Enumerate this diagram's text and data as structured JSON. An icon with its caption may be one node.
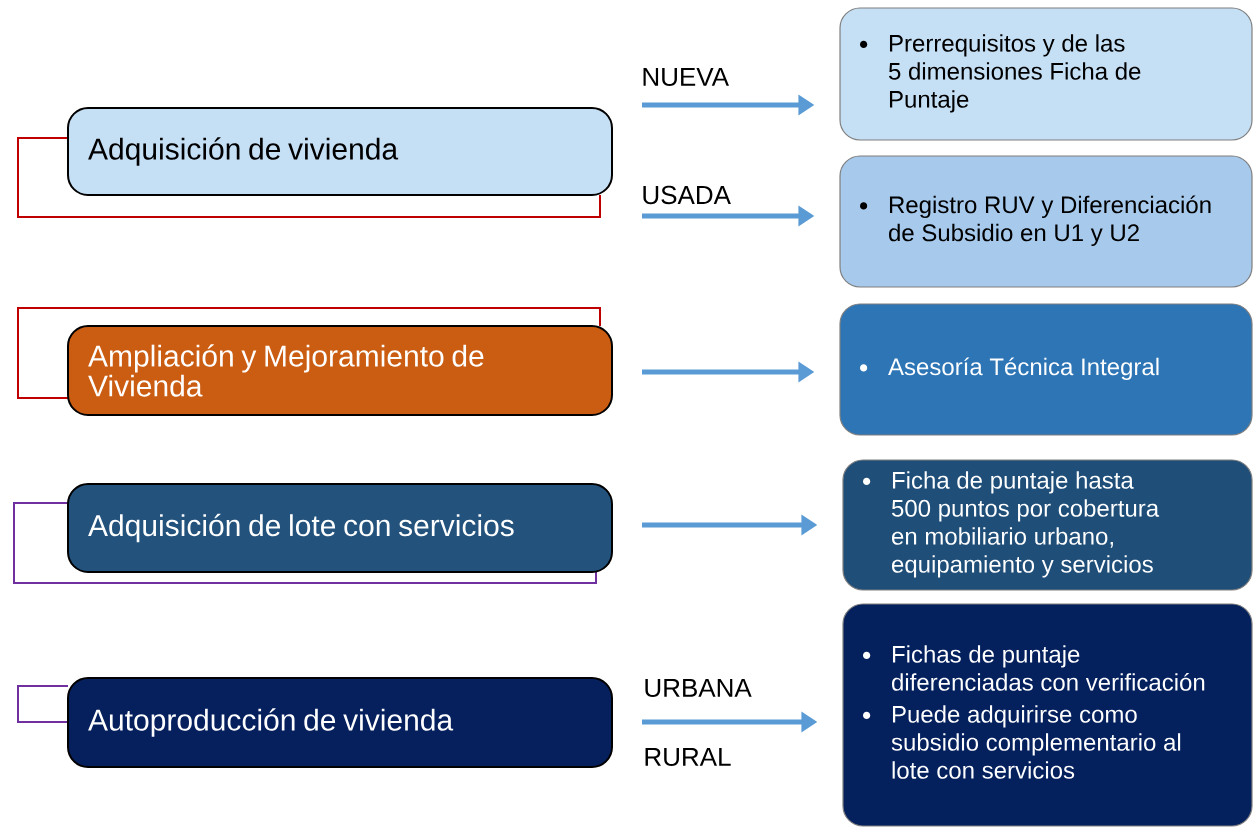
{
  "diagram": {
    "nodes": [
      {
        "text": [
          "Adquisición de vivienda"
        ]
      },
      {
        "text": [
          "Prerrequisitos y de las 5 dimensiones Ficha de Puntaje"
        ]
      },
      {
        "text": [
          "Registro RUV y Diferenciación de Subsidio en U1 y U2"
        ]
      },
      {
        "text": [
          "Ampliación y Mejoramiento de Vivienda"
        ]
      },
      {
        "text": [
          "Asesoría Técnica Integral"
        ]
      },
      {
        "text": [
          "Adquisición de lote con servicios"
        ]
      },
      {
        "text": [
          "Ficha de puntaje hasta 500 puntos por cobertura en mobiliario urbano, equipamiento y servicios"
        ]
      },
      {
        "text": [
          "Autoproducción de vivienda"
        ]
      },
      {
        "text": [
          "Fichas de puntaje diferenciadas con verificación",
          "Puede adquirirse como subsidio complementario al lote con servicios"
        ]
      }
    ],
    "edges": [
      {
        "from": 0,
        "to": 1,
        "arrow": "to",
        "label": "NUEVA"
      },
      {
        "from": 0,
        "to": 2,
        "arrow": "to",
        "label": "USADA"
      },
      {
        "from": 3,
        "to": 4,
        "arrow": "to"
      },
      {
        "from": 5,
        "to": 6,
        "arrow": "to"
      },
      {
        "from": 7,
        "to": 8,
        "arrow": "to",
        "label": "URBANA"
      }
    ],
    "labels": [
      "RURAL"
    ]
  }
}
